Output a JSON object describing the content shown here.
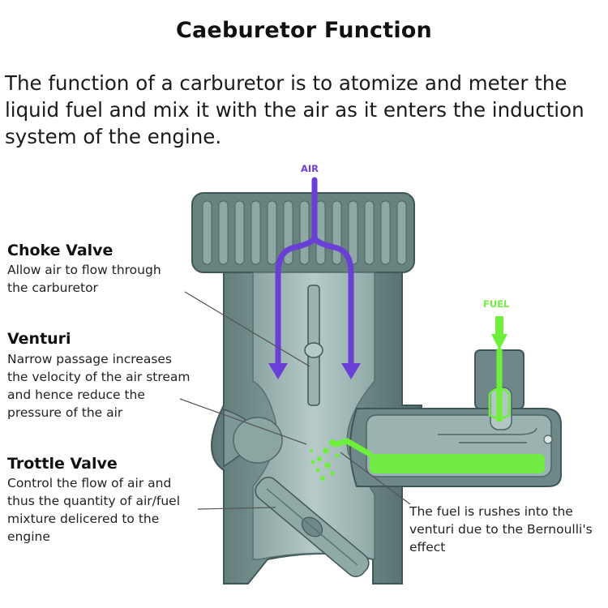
{
  "title": "Caeburetor Function",
  "intro_lines": [
    "The function of a carburetor is to atomize and meter the",
    "liquid fuel and mix it with the air as it enters the induction",
    "system of the engine."
  ],
  "flow_tags": {
    "air": "AIR",
    "fuel": "FUEL"
  },
  "labels": {
    "choke": {
      "heading": "Choke Valve",
      "lines": [
        "Allow air to flow through",
        "the carburetor"
      ]
    },
    "venturi": {
      "heading": "Venturi",
      "lines": [
        "Narrow passage increases",
        "the velocity of the air stream",
        "and hence reduce the",
        "pressure of the air"
      ]
    },
    "throttle": {
      "heading": "Trottle Valve",
      "lines": [
        "Control the flow of air and",
        "thus the quantity of air/fuel",
        "mixture delicered to the",
        "engine"
      ]
    },
    "fuel_note": {
      "lines": [
        "The fuel is rushes into the",
        "venturi due to the Bernoulli's",
        "effect"
      ]
    }
  },
  "colors": {
    "body": "#6c8a89",
    "body_light": "#9fb7b5",
    "body_dark": "#3f5756",
    "air": "#6a3fd6",
    "fuel": "#6ef03a"
  }
}
